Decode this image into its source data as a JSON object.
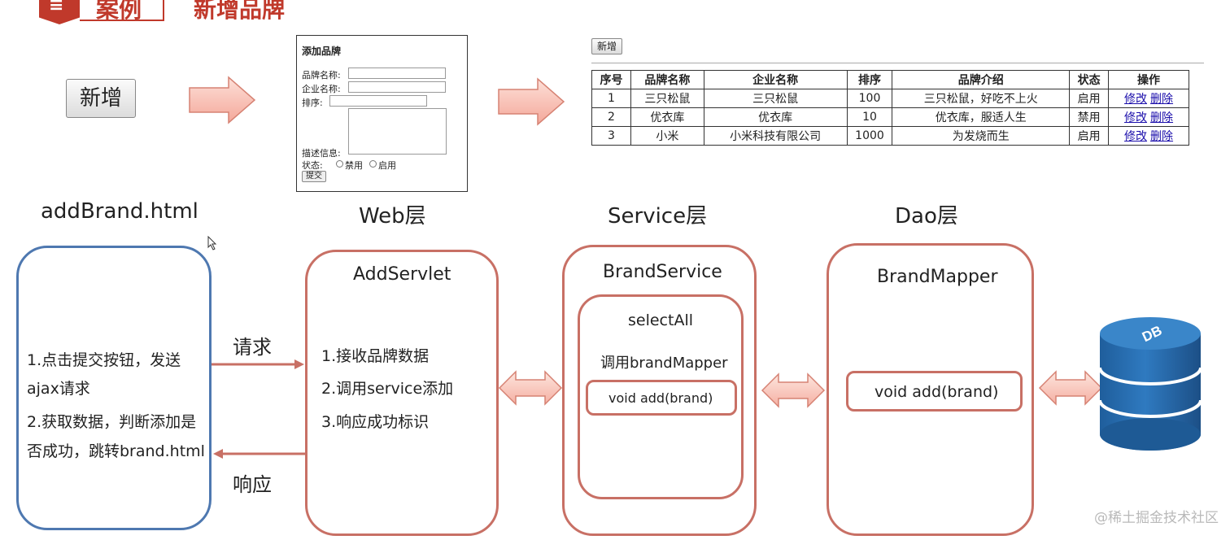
{
  "header": {
    "tag": "案例",
    "title": "新增品牌"
  },
  "top": {
    "new_button": "新增",
    "form": {
      "title": "添加品牌",
      "brand_name_label": "品牌名称:",
      "company_name_label": "企业名称:",
      "ordered_label": "排序:",
      "description_label": "描述信息:",
      "status_label": "状态:",
      "status_disabled": "禁用",
      "status_enabled": "启用",
      "submit": "提交"
    },
    "table": {
      "add_button": "新增",
      "headers": [
        "序号",
        "品牌名称",
        "企业名称",
        "排序",
        "品牌介绍",
        "状态",
        "操作"
      ],
      "rows": [
        [
          "1",
          "三只松鼠",
          "三只松鼠",
          "100",
          "三只松鼠，好吃不上火",
          "启用"
        ],
        [
          "2",
          "优衣库",
          "优衣库",
          "10",
          "优衣库，服适人生",
          "禁用"
        ],
        [
          "3",
          "小米",
          "小米科技有限公司",
          "1000",
          "为发烧而生",
          "启用"
        ]
      ],
      "edit": "修改",
      "delete": "删除"
    }
  },
  "layers": {
    "page": "addBrand.html",
    "web": "Web层",
    "service": "Service层",
    "dao": "Dao层"
  },
  "page_box": {
    "line1": "1.点击提交按钮，发送",
    "line2": "ajax请求",
    "line3": "2.获取数据，判断添加是",
    "line4": "否成功，跳转brand.html"
  },
  "request_label": "请求",
  "response_label": "响应",
  "web_box": {
    "title": "AddServlet",
    "step1": "1.接收品牌数据",
    "step2": "2.调用service添加",
    "step3": "3.响应成功标识"
  },
  "service_box": {
    "title": "BrandService",
    "method": "selectAll",
    "call": "调用brandMapper",
    "add": "void add(brand)"
  },
  "dao_box": {
    "title": "BrandMapper",
    "add": "void add(brand)"
  },
  "db_label": "DB",
  "watermark": "@稀土掘金技术社区",
  "colors": {
    "accent": "#c0392b",
    "box_border": "#c87065",
    "page_box_border": "#4e78b0",
    "db": "#2a6aa8"
  }
}
